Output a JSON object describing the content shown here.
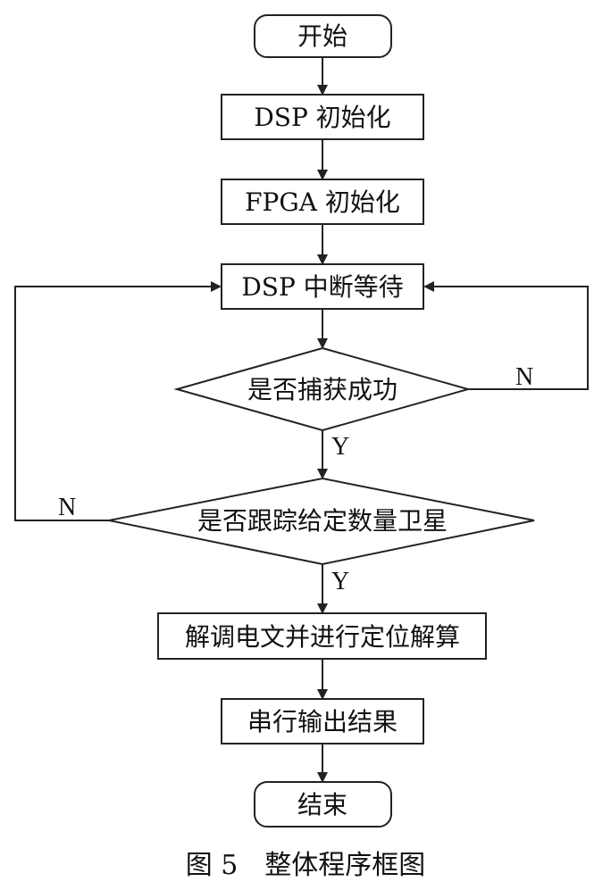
{
  "flowchart": {
    "nodes": {
      "start": "开始",
      "dsp_init": "DSP 初始化",
      "fpga_init": "FPGA 初始化",
      "dsp_wait": "DSP 中断等待",
      "capture_ok": "是否捕获成功",
      "track_ok": "是否跟踪给定数量卫星",
      "demod": "解调电文并进行定位解算",
      "serial_out": "串行输出结果",
      "end": "结束"
    },
    "branch_labels": {
      "capture_no": "N",
      "capture_yes": "Y",
      "track_no": "N",
      "track_yes": "Y"
    }
  },
  "caption": "图 5　整体程序框图"
}
